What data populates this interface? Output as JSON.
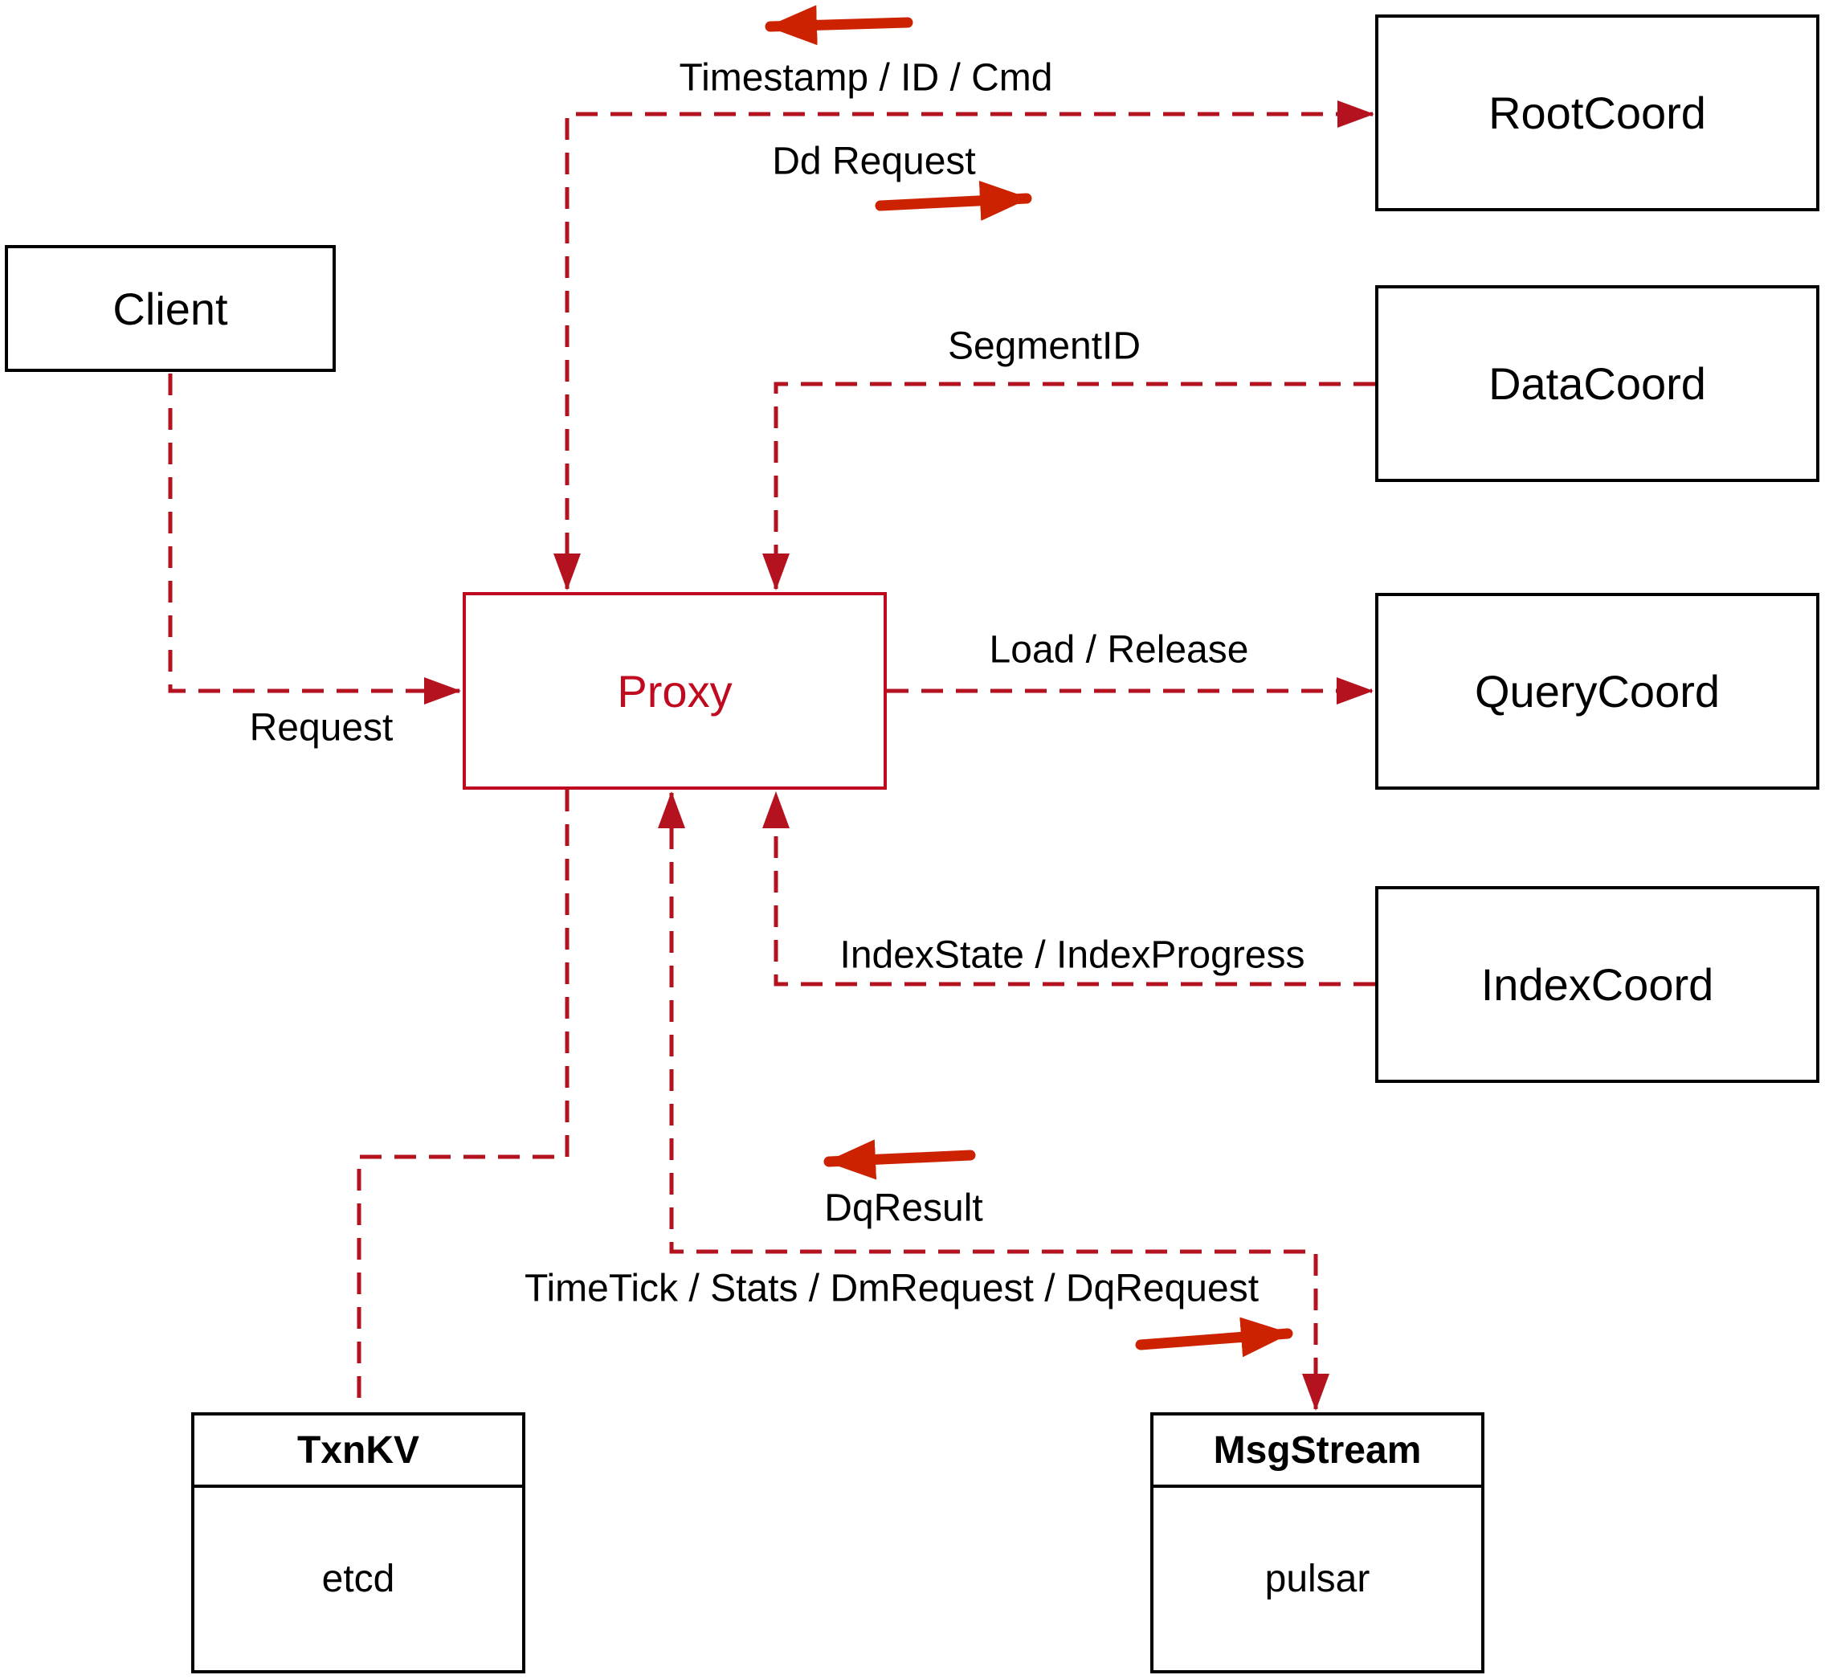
{
  "diagram": {
    "nodes": {
      "client": {
        "label": "Client"
      },
      "proxy": {
        "label": "Proxy"
      },
      "root_coord": {
        "label": "RootCoord"
      },
      "data_coord": {
        "label": "DataCoord"
      },
      "query_coord": {
        "label": "QueryCoord"
      },
      "index_coord": {
        "label": "IndexCoord"
      },
      "txn_kv": {
        "header": "TxnKV",
        "body": "etcd"
      },
      "msg_stream": {
        "header": "MsgStream",
        "body": "pulsar"
      }
    },
    "labels": {
      "timestamp_id_cmd": "Timestamp / ID / Cmd",
      "dd_request": "Dd Request",
      "segment_id": "SegmentID",
      "load_release": "Load / Release",
      "request": "Request",
      "index_state_progress": "IndexState / IndexProgress",
      "dq_result": "DqResult",
      "timetick_stats_dm_dq": "TimeTick / Stats / DmRequest / DqRequest"
    },
    "flow_arrows": [
      {
        "name": "timestamp-id-cmd-direction",
        "direction": "left"
      },
      {
        "name": "dd-request-direction",
        "direction": "right"
      },
      {
        "name": "dq-result-direction",
        "direction": "left"
      },
      {
        "name": "timetick-direction",
        "direction": "right"
      }
    ],
    "colors": {
      "background": "#ffffff",
      "connector": "#b5121f",
      "flow_arrow": "#cc2200",
      "proxy_accent": "#c00a1f",
      "box_border": "#000000",
      "label_text": "#000000"
    }
  }
}
